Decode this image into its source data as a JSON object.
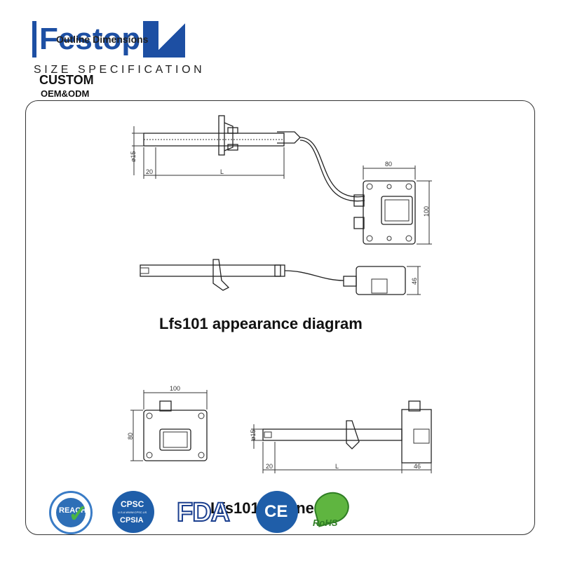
{
  "header": {
    "brand": "Festop",
    "overlay_text": "Outline Dimensions",
    "size_spec": "SIZE SPECIFICATION",
    "custom": "CUSTOM",
    "oem": "OEM&ODM"
  },
  "diagram_top": {
    "dims": {
      "dia": "ø15",
      "probe_offset": "20",
      "length": "L",
      "box_width": "80",
      "box_height": "100",
      "side_depth": "46"
    },
    "caption": "Lfs101 appearance diagram"
  },
  "diagram_bottom": {
    "dims": {
      "box_width": "100",
      "box_height": "80",
      "dia": "ø15",
      "probe_offset": "20",
      "length": "L",
      "side_depth": "46"
    },
    "caption": "Lfs101 outline"
  },
  "certifications": {
    "reach": "REACH",
    "cpsc_top": "CPSC",
    "cpsc_mid": "U.S.A WWW.CPSC.US",
    "cpsc_bot": "CPSIA",
    "fda": "FDA",
    "ce": "CE",
    "rohs": "RoHS"
  },
  "colors": {
    "brand_blue": "#1d4fa3",
    "logo_blue": "#1f5ea9",
    "rohs_green": "#5fb540",
    "check_green": "#4bb543"
  }
}
